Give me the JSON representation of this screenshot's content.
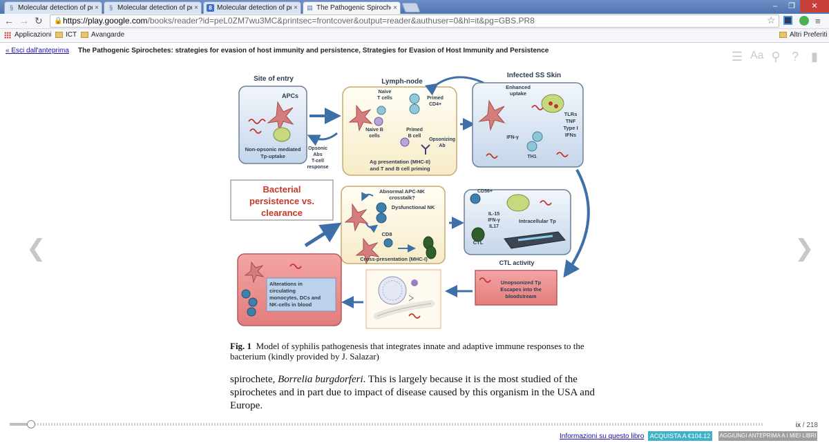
{
  "browser": {
    "tabs": [
      {
        "label": "Molecular detection of pe",
        "icon": "spirochete-favicon",
        "active": false
      },
      {
        "label": "Molecular detection of pe",
        "icon": "spirochete-favicon",
        "active": false
      },
      {
        "label": "Molecular detection of pe",
        "icon": "google-favicon",
        "active": false
      },
      {
        "label": "The Pathogenic Spirochet",
        "icon": "book-favicon",
        "active": true
      }
    ],
    "url_host": "https://play.google.com",
    "url_path": "/books/reader?id=peL0ZM7wu3MC&printsec=frontcover&output=reader&authuser=0&hl=it&pg=GBS.PR8",
    "bookmarks": [
      "Applicazioni",
      "ICT",
      "Avangarde"
    ],
    "other_bookmarks": "Altri Preferiti"
  },
  "reader": {
    "exit_label": "« Esci dall'anteprima",
    "book_title": "The Pathogenic Spirochetes: strategies for evasion of host immunity and persistence, Strategies for Evasion of Host Immunity and Persistence"
  },
  "figure": {
    "site_of_entry": "Site of entry",
    "lymph_node": "Lymph-node",
    "infected_skin": "Infected SS Skin",
    "apcs": "APCs",
    "non_opsonic_1": "Non-opsonic mediated",
    "non_opsonic_2": "Tp-uptake",
    "opsonic_1": "Opsonic",
    "opsonic_2": "Abs",
    "opsonic_3": "T-cell",
    "opsonic_4": "response",
    "naive_t_1": "Naive",
    "naive_t_2": "T cells",
    "primed_cd4_1": "Primed",
    "primed_cd4_2": "CD4+",
    "naive_b_1": "Naive B",
    "naive_b_2": "cells",
    "primed_b_1": "Primed",
    "primed_b_2": "B cell",
    "opsonizing_1": "Opsonizing",
    "opsonizing_2": "Ab",
    "ag_presentation_1": "Ag presentation (MHC-II)",
    "ag_presentation_2": "and T and B cell priming",
    "enhanced_1": "Enhanced",
    "enhanced_2": "uptake",
    "tlrs_1": "TLRs",
    "tlrs_2": "TNF",
    "tlrs_3": "Type I",
    "tlrs_4": "IFNs",
    "ifn_gamma": "IFN-γ",
    "th1": "TH1",
    "persistence_1": "Bacterial",
    "persistence_2": "persistence vs.",
    "persistence_3": "clearance",
    "abnormal_1": "Abnormal APC-NK",
    "abnormal_2": "crosstalk?",
    "dysfunctional_nk": "Dysfunctional NK",
    "cd8": "CD8",
    "cross_presentation": "Cross-presentation (MHC-I)",
    "cd56": "CD56+",
    "il15_1": "IL-15",
    "il15_2": "IFN-γ",
    "il15_3": "IL17",
    "intracellular": "Intracellular Tp",
    "ctl": "CTL",
    "ctl_activity": "CTL activity",
    "alterations_1": "Alterations in",
    "alterations_2": "circulating",
    "alterations_3": "monocytes, DCs and",
    "alterations_4": "NK-cells in blood",
    "unopsonized_1": "Unopsonized Tp",
    "unopsonized_2": "Escapes into the",
    "unopsonized_3": "bloodstream"
  },
  "caption": {
    "label": "Fig. 1",
    "text": "Model of syphilis pathogenesis that integrates innate and adaptive immune responses to the bacterium (kindly provided by J. Salazar)"
  },
  "body": {
    "prefix": "spirochete, ",
    "italic": "Borrelia burgdorferi",
    "suffix": ". This is largely because it is the most studied of the spirochetes and in part due to impact of disease caused by this organism in the USA and Europe."
  },
  "footer": {
    "page_current": "ix",
    "page_sep": " / ",
    "page_total": "218",
    "progress_fraction": 0.028,
    "info_link": "Informazioni su questo libro",
    "buy_label": "ACQUISTA A €104.12",
    "add_label": "AGGIUNGI ANTEPRIMA A I MIEI LIBRI"
  }
}
